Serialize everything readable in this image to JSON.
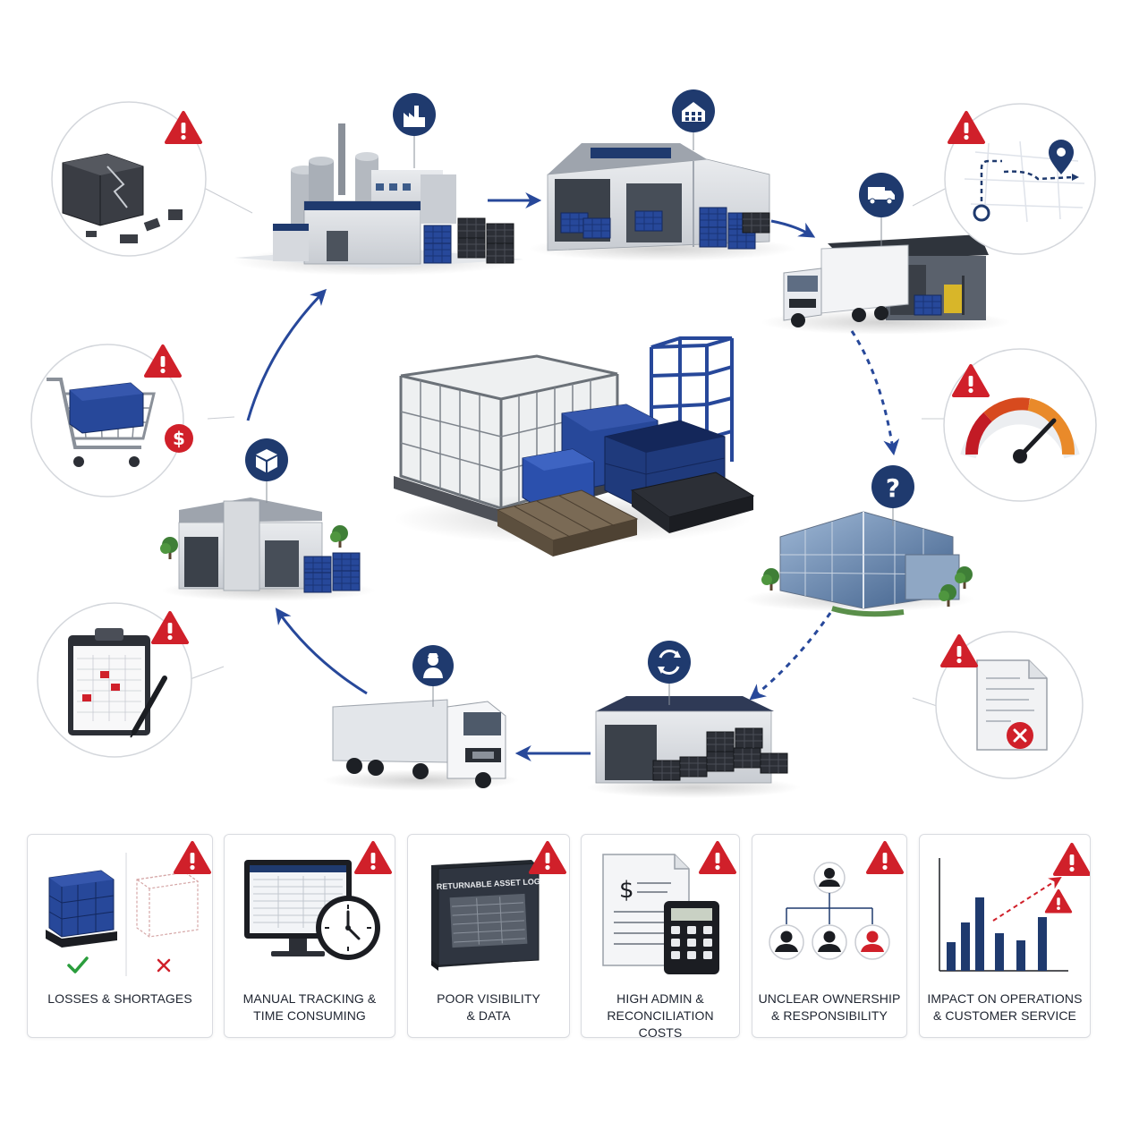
{
  "colors": {
    "navy": "#1f3a6e",
    "blue_crate": "#27489a",
    "alert_red": "#d0202a",
    "steel": "#8a9099",
    "green_check": "#2a9d3c"
  },
  "process_nodes": [
    {
      "name": "factory",
      "icon": "factory-icon"
    },
    {
      "name": "warehouse",
      "icon": "warehouse-icon"
    },
    {
      "name": "distribution-center",
      "icon": "truck-icon"
    },
    {
      "name": "customer-office",
      "icon": "question-icon"
    },
    {
      "name": "return-depot",
      "icon": "sync-icon"
    },
    {
      "name": "delivery-truck",
      "icon": "driver-icon"
    },
    {
      "name": "packaging-warehouse",
      "icon": "box-icon"
    }
  ],
  "center_assets": [
    "cage-container",
    "plastic-crates",
    "wooden-pallet",
    "plastic-pallet",
    "steel-rack"
  ],
  "problem_bubbles": [
    {
      "name": "damaged-crate",
      "icon": "broken-crate-icon"
    },
    {
      "name": "lost-route",
      "icon": "route-map-icon"
    },
    {
      "name": "misused-cart",
      "icon": "shopping-cart-icon"
    },
    {
      "name": "performance-gauge",
      "icon": "speedometer-icon"
    },
    {
      "name": "paper-checklist",
      "icon": "clipboard-icon"
    },
    {
      "name": "rejected-document",
      "icon": "document-error-icon"
    }
  ],
  "cards": [
    {
      "label": "LOSSES & SHORTAGES",
      "icon": "crate-check-icon"
    },
    {
      "label": "MANUAL TRACKING &\nTIME CONSUMING",
      "icon": "monitor-clock-icon"
    },
    {
      "label": "POOR VISIBILITY\n& DATA",
      "icon": "logbook-icon",
      "book_title": "RETURNABLE ASSET LOG"
    },
    {
      "label": "HIGH ADMIN &\nRECONCILIATION COSTS",
      "icon": "invoice-calculator-icon",
      "currency_symbol": "$"
    },
    {
      "label": "UNCLEAR OWNERSHIP\n& RESPONSIBILITY",
      "icon": "org-chart-icon"
    },
    {
      "label": "IMPACT ON OPERATIONS\n& CUSTOMER SERVICE",
      "icon": "bar-chart-icon"
    }
  ]
}
